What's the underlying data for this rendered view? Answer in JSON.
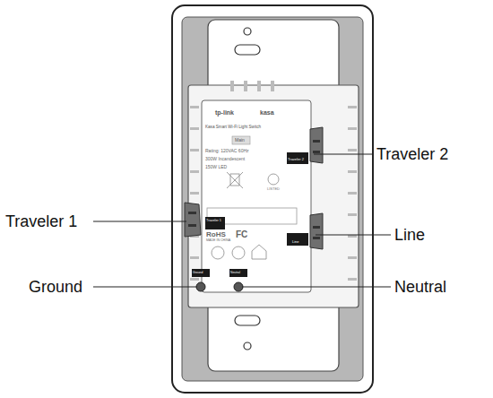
{
  "diagram": {
    "labels": [
      "Traveler 2",
      "Traveler 1",
      "Line",
      "Ground",
      "Neutral",
      "tp-link",
      "kasa",
      "Kasa Smart Wi-Fi Light Switch",
      "Main",
      "Rating: 120VAC 60Hz",
      "300W Incandescent",
      "150W LED",
      "Traveler 2",
      "Traveler 1",
      "LISTED",
      "RoHS",
      "MADE IN CHINA",
      "FC",
      "Line",
      "Ground",
      "Neutral"
    ]
  }
}
